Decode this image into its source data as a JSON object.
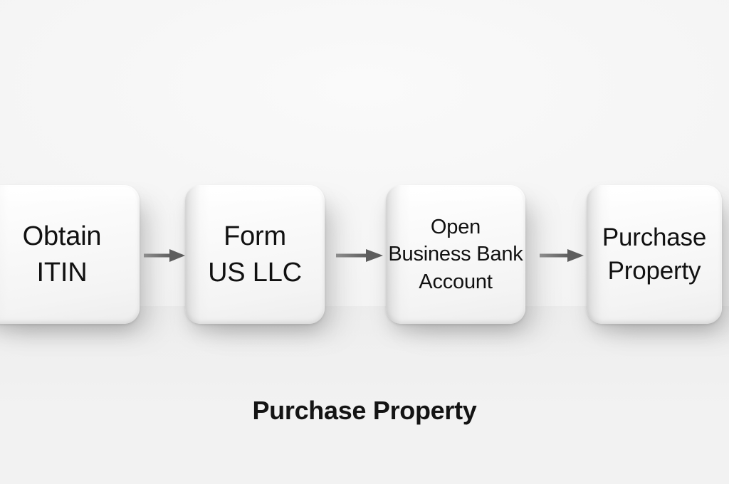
{
  "diagram": {
    "title": "Purchase Property",
    "background_color": "#f4f4f4",
    "node_fill_color": "#fbfbfb",
    "text_color": "#111111",
    "arrow_color": "#6e6e6e",
    "nodes": [
      {
        "id": "obtain-itin",
        "label": "Obtain\nITIN",
        "order": 1
      },
      {
        "id": "form-us-llc",
        "label": "Form\nUS LLC",
        "order": 2
      },
      {
        "id": "open-business-bank-account",
        "label": "Open\nBusiness Bank\nAccount",
        "order": 3
      },
      {
        "id": "purchase-property",
        "label": "Purchase\nProperty",
        "order": 4
      }
    ],
    "connectors": [
      {
        "id": "arrow-1",
        "from": "obtain-itin",
        "to": "form-us-llc",
        "direction": "right"
      },
      {
        "id": "arrow-2",
        "from": "form-us-llc",
        "to": "open-business-bank-account",
        "direction": "right"
      },
      {
        "id": "arrow-3",
        "from": "open-business-bank-account",
        "to": "purchase-property",
        "direction": "right"
      }
    ],
    "caption": "Purchase Property"
  }
}
